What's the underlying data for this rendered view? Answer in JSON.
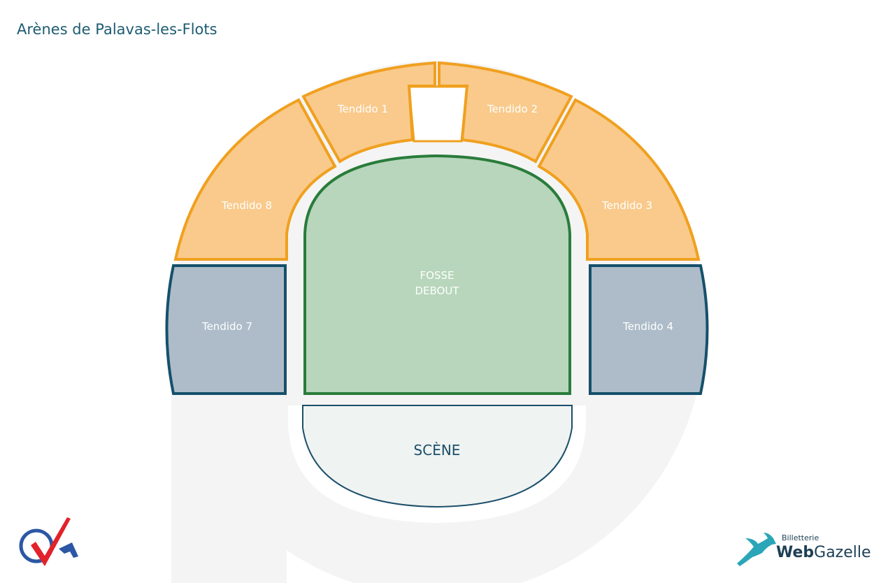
{
  "title": "Arènes de Palavas-les-Flots",
  "sections": {
    "tendido1": "Tendido 1",
    "tendido2": "Tendido 2",
    "tendido3": "Tendido 3",
    "tendido4": "Tendido 4",
    "tendido7": "Tendido 7",
    "tendido8": "Tendido 8",
    "fosse_line1": "FOSSE",
    "fosse_line2": "DEBOUT",
    "scene": "SCÈNE"
  },
  "colors": {
    "orange_fill": "#f9ca8b",
    "orange_stroke": "#f0a01f",
    "blue_fill": "#adbcc8",
    "blue_stroke": "#16506b",
    "green_fill": "#b7d6bb",
    "green_stroke": "#2a7c3b",
    "stage_fill": "#eff3f1",
    "stage_stroke": "#1b4f6a",
    "arena_bg": "#f4f4f4"
  },
  "branding": {
    "left_logo_icon": "checkmark-logo-icon",
    "right_logo_small": "Billetterie",
    "right_logo_web": "Web",
    "right_logo_gazelle": "Gazelle",
    "right_logo_icon": "gazelle-icon"
  }
}
